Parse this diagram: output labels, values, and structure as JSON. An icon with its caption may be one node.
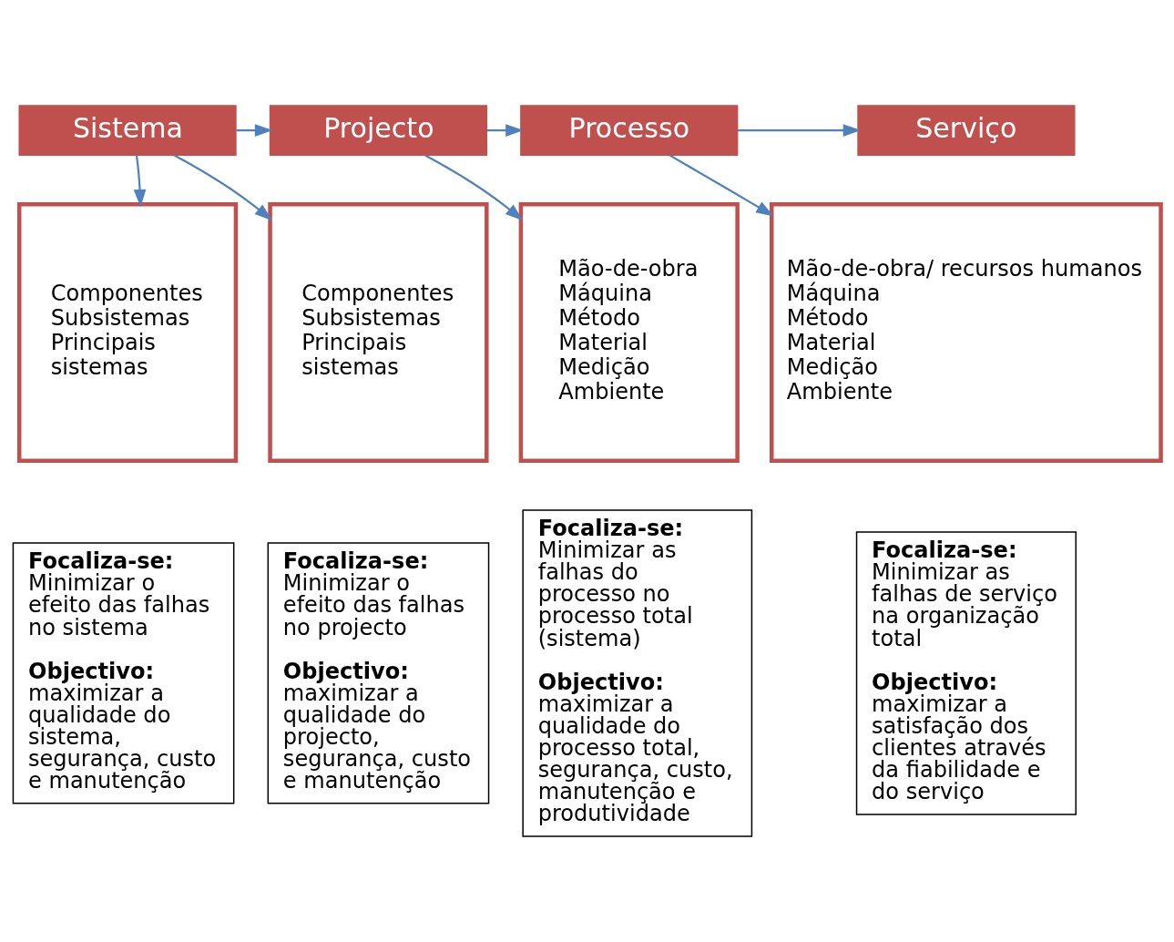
{
  "diagram": {
    "nodes": [
      {
        "text": [
          "Sistema"
        ]
      },
      {
        "text": [
          "Projecto"
        ]
      },
      {
        "text": [
          "Processo"
        ]
      },
      {
        "text": [
          "Serviço"
        ]
      },
      {
        "text": [
          "Componentes",
          "Subsistemas",
          "Principais",
          "sistemas"
        ]
      },
      {
        "text": [
          "Componentes",
          "Subsistemas",
          "Principais",
          "sistemas"
        ]
      },
      {
        "text": [
          "Mão-de-obra",
          "Máquina",
          "Método",
          "Material",
          "Medição",
          "Ambiente"
        ]
      },
      {
        "text": [
          "Mão-de-obra/ recursos humanos",
          "Máquina",
          "Método",
          "Material",
          "Medição",
          "Ambiente"
        ]
      },
      {
        "text": [
          "Focaliza-se:",
          "Minimizar o efeito das falhas no sistema",
          "Objectivo:",
          "maximizar a qualidade do sistema, segurança, custo e manutenção"
        ]
      },
      {
        "text": [
          "Focaliza-se:",
          "Minimizar o efeito das falhas no projecto",
          "Objectivo:",
          "maximizar a qualidade do projecto, segurança, custo e manutenção"
        ]
      },
      {
        "text": [
          "Focaliza-se:",
          "Minimizar as falhas do processo no processo total (sistema)",
          "Objectivo:",
          "maximizar a qualidade do processo total, segurança, custo, manutenção e produtividade"
        ]
      },
      {
        "text": [
          "Focaliza-se:",
          "Minimizar as falhas de serviço na organização total",
          "Objectivo:",
          "maximizar a satisfação dos clientes através da fiabilidade e do serviço"
        ]
      }
    ],
    "edges": [
      {
        "from": 0,
        "to": 4,
        "arrow": "to"
      },
      {
        "from": 0,
        "to": 1,
        "arrow": "to"
      },
      {
        "from": 0,
        "to": 5,
        "arrow": "to"
      },
      {
        "from": 1,
        "to": 2,
        "arrow": "to"
      },
      {
        "from": 1,
        "to": 6,
        "arrow": "to"
      },
      {
        "from": 2,
        "to": 3,
        "arrow": "to"
      },
      {
        "from": 2,
        "to": 7,
        "arrow": "to"
      }
    ]
  }
}
